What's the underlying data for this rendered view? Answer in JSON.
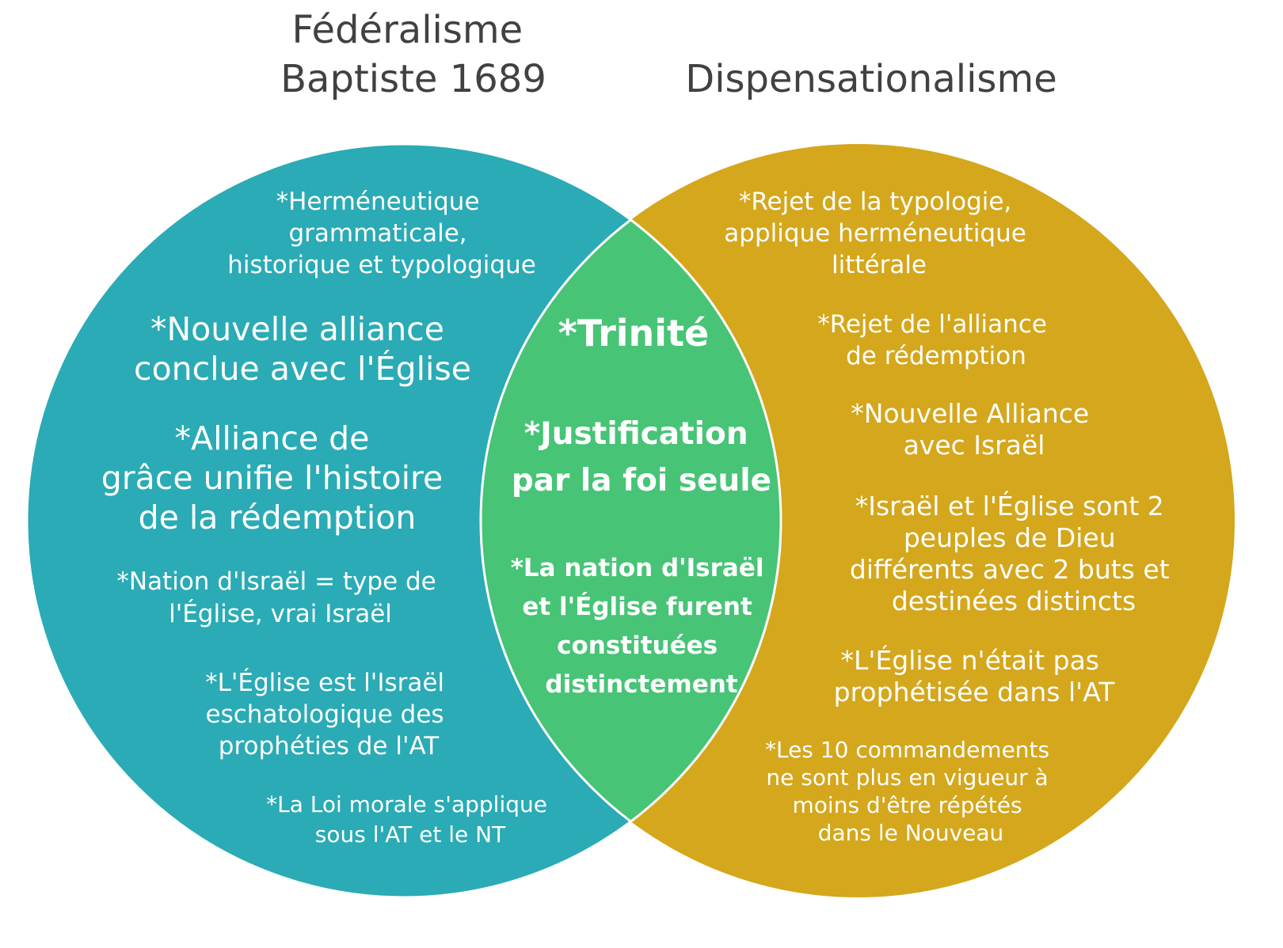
{
  "colors": {
    "left_circle": "#2aabb5",
    "right_circle": "#d4a71c",
    "intersection": "#47c476",
    "title_text": "#414042",
    "outline": "#ffffff"
  },
  "sets": {
    "left": {
      "title": [
        "Fédéralisme",
        "Baptiste 1689"
      ],
      "points": [
        [
          "*Herméneutique",
          "grammaticale,",
          "historique et typologique"
        ],
        [
          "*Nouvelle alliance",
          "conclue avec l'Église"
        ],
        [
          "*Alliance de",
          "grâce unifie l'histoire",
          "de la rédemption"
        ],
        [
          "*Nation d'Israël = type de",
          "l'Église, vrai Israël"
        ],
        [
          "*L'Église est l'Israël",
          "eschatologique des",
          "prophéties de l'AT"
        ],
        [
          "*La Loi morale s'applique",
          "sous l'AT et le NT"
        ]
      ]
    },
    "right": {
      "title": [
        "Dispensationalisme"
      ],
      "points": [
        [
          "*Rejet de la typologie,",
          "applique herméneutique",
          "littérale"
        ],
        [
          "*Rejet de l'alliance",
          "de rédemption"
        ],
        [
          "*Nouvelle Alliance",
          "avec Israël"
        ],
        [
          "*Israël et l'Église sont 2",
          "peuples de Dieu",
          "différents avec 2 buts et",
          "destinées distincts"
        ],
        [
          "*L'Église n'était pas",
          "prophétisée dans l'AT"
        ],
        [
          "*Les 10 commandements",
          "ne sont plus en vigueur à",
          "moins d'être répétés",
          "dans le Nouveau"
        ]
      ]
    },
    "intersection": {
      "points": [
        [
          "*Trinité"
        ],
        [
          "*Justification",
          "par la foi seule"
        ],
        [
          "*La nation d'Israël",
          "et l'Église furent",
          "constituées",
          "distinctement"
        ]
      ]
    }
  }
}
